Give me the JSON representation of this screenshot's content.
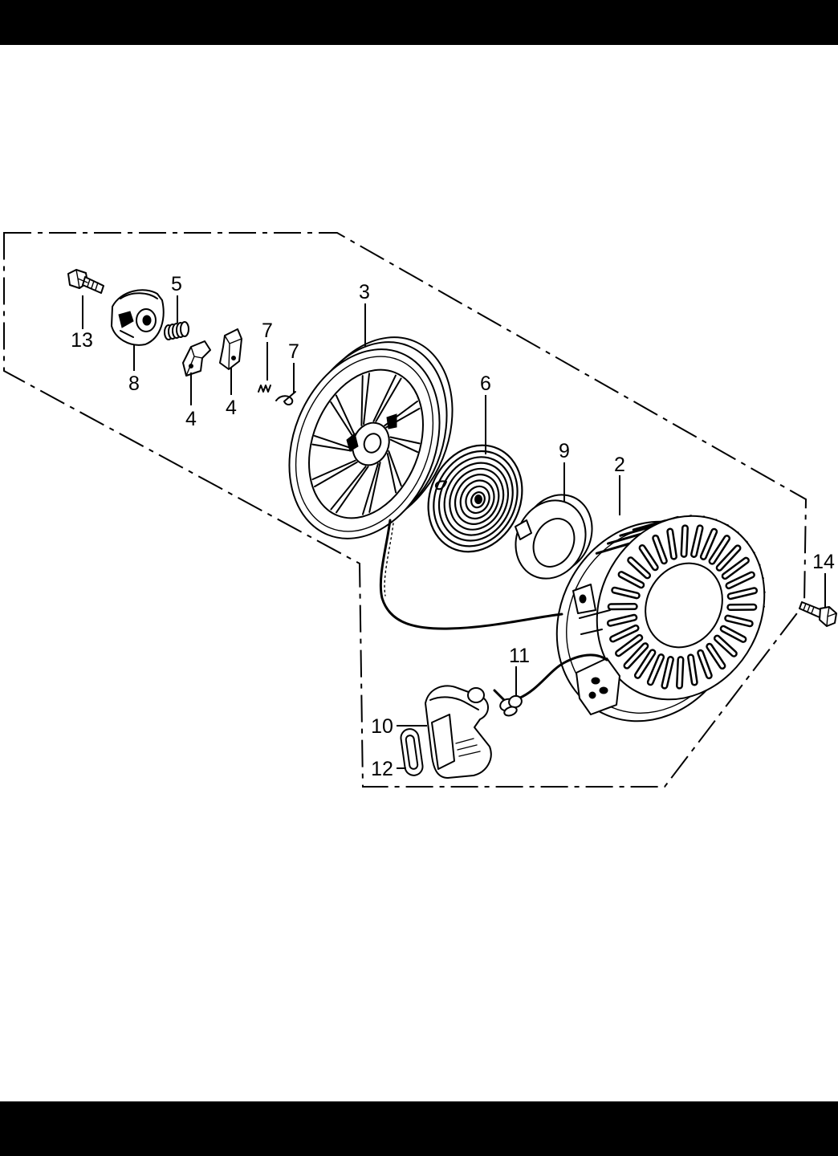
{
  "callouts": [
    "13",
    "8",
    "5",
    "4",
    "4",
    "7",
    "7",
    "3",
    "6",
    "9",
    "2",
    "14",
    "11",
    "10",
    "12"
  ]
}
